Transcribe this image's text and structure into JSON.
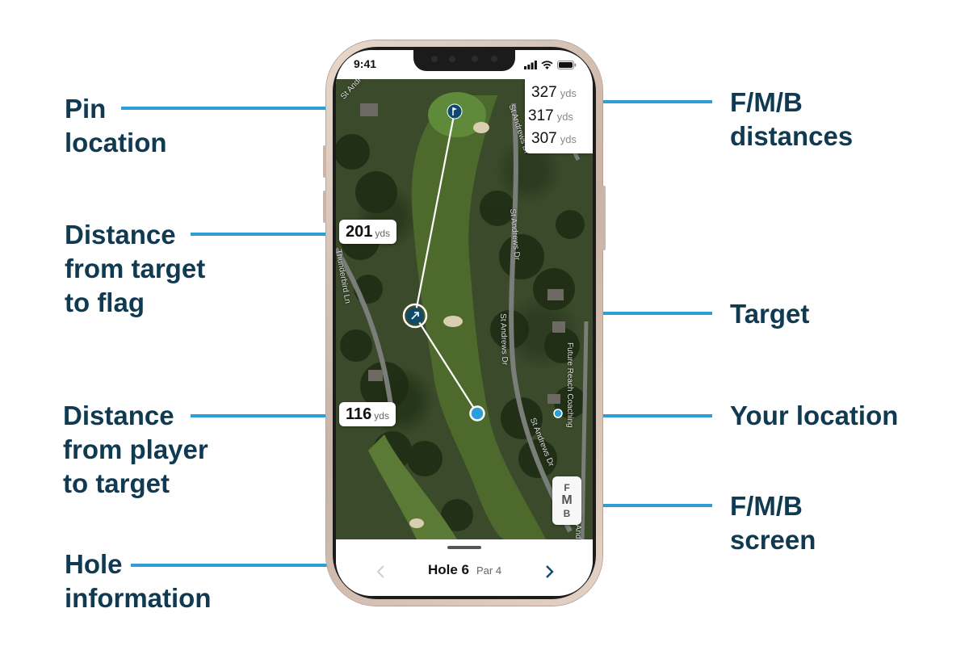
{
  "callouts": {
    "pin": {
      "line1": "Pin",
      "line2": "location"
    },
    "distance_target_flag": {
      "line1": "Distance",
      "line2": "from target",
      "line3": "to flag"
    },
    "distance_player_target": {
      "line1": "Distance",
      "line2": "from player",
      "line3": "to target"
    },
    "hole_info": {
      "line1": "Hole",
      "line2": "information"
    },
    "fmb_distances": {
      "line1": "F/M/B",
      "line2": "distances"
    },
    "target": {
      "line1": "Target"
    },
    "your_location": {
      "line1": "Your location"
    },
    "fmb_screen": {
      "line1": "F/M/B",
      "line2": "screen"
    }
  },
  "status_bar": {
    "time": "9:41",
    "icons": [
      "signal-icon",
      "wifi-icon",
      "battery-icon"
    ]
  },
  "map": {
    "front_middle_back": [
      {
        "value": "327",
        "unit": "yds"
      },
      {
        "value": "317",
        "unit": "yds"
      },
      {
        "value": "307",
        "unit": "yds"
      }
    ],
    "target_to_flag": {
      "value": "201",
      "unit": "yds"
    },
    "player_to_target": {
      "value": "116",
      "unit": "yds"
    },
    "fmb_button": {
      "f": "F",
      "m": "M",
      "b": "B"
    },
    "streets": [
      "St Andrews Dr",
      "St Andrews Dr",
      "St Andrews Dr",
      "St Andrews Dr",
      "Thunderbird Ln",
      "Future Reach Coaching",
      "St Andrews Dr",
      "St Andrews Dr"
    ],
    "icons": [
      "flag-pin-icon",
      "target-icon",
      "player-location-icon"
    ]
  },
  "bottom_sheet": {
    "hole_name": "Hole 6",
    "par": "Par 4",
    "prev_icon": "chevron-left-icon",
    "next_icon": "chevron-right-icon"
  },
  "colors": {
    "accent": "#2d9ed8",
    "label_text": "#0f3a52",
    "marker": "#0d4a6e"
  }
}
